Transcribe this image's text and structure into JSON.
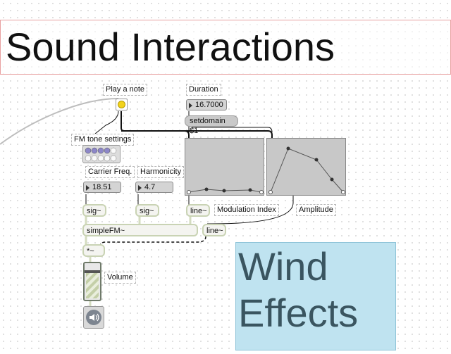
{
  "title": "Sound Interactions",
  "comments": {
    "play_note": "Play a note",
    "duration": "Duration",
    "fm_tone_settings": "FM tone settings",
    "carrier_freq": "Carrier Freq.",
    "harmonicity": "Harmonicity",
    "modulation_index": "Modulation Index",
    "amplitude": "Amplitude",
    "volume": "Volume"
  },
  "number_boxes": {
    "duration": "16.7000",
    "carrier_freq": "18.51",
    "harmonicity": "4.7"
  },
  "objects": {
    "setdomain": "setdomain $1",
    "sig_carrier": "sig~",
    "sig_harmonicity": "sig~",
    "line_mod": "line~",
    "line_amp": "line~",
    "simplefm": "simpleFM~",
    "multiply": "*~"
  },
  "overlay_text": "Wind Effects",
  "colors": {
    "bang": "#f2d21b",
    "wind_bg": "#bfe3f0",
    "title_border": "#e8a0a0",
    "panel": "#c8c8c8"
  }
}
